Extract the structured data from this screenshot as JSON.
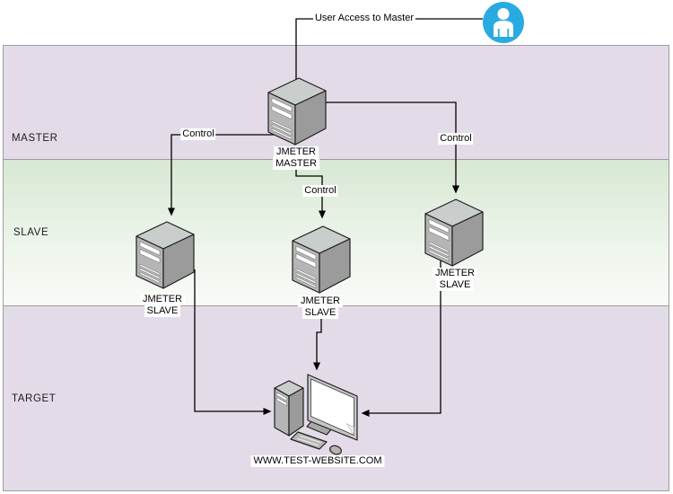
{
  "flow": {
    "user_access_label": "User Access to Master",
    "control_label_left": "Control",
    "control_label_middle": "Control",
    "control_label_right": "Control"
  },
  "bands": {
    "master": {
      "label": "MASTER",
      "color": "#e4dbe9"
    },
    "slave": {
      "label": "SLAVE",
      "color_top": "#d7e8d3",
      "color_bottom": "#f8fbf7"
    },
    "target": {
      "label": "TARGET",
      "color": "#e4dbe9"
    }
  },
  "nodes": {
    "jmeter_master": {
      "line1": "JMETER",
      "line2": "MASTER",
      "icon": "server-icon"
    },
    "jmeter_slave_left": {
      "line1": "JMETER",
      "line2": "SLAVE",
      "icon": "server-icon"
    },
    "jmeter_slave_middle": {
      "line1": "JMETER",
      "line2": "SLAVE",
      "icon": "server-icon"
    },
    "jmeter_slave_right": {
      "line1": "JMETER",
      "line2": "SLAVE",
      "icon": "server-icon"
    },
    "target_website": {
      "label": "WWW.TEST-WEBSITE.COM",
      "icon": "workstation-icon"
    },
    "user": {
      "icon": "person-icon",
      "color": "#29abe2"
    }
  },
  "colors": {
    "line": "#000000",
    "band_border": "#9e9e9e",
    "server_top": "#c9cecd",
    "server_front": "#b5b5b5",
    "server_side": "#9b9b9b",
    "screen": "#ffffff"
  }
}
